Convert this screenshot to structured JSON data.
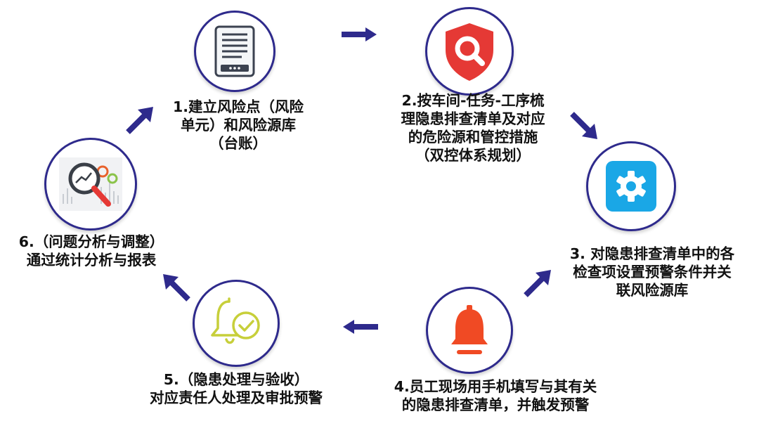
{
  "steps": [
    {
      "id": 1,
      "icon": "document-reader-icon",
      "lines": [
        "1.建立风险点（风险",
        "单元）和风险源库",
        "（台账）"
      ]
    },
    {
      "id": 2,
      "icon": "shield-search-icon",
      "lines": [
        "2.按车间-任务-工序梳",
        "理隐患排查清单及对应",
        "的危险源和管控措施",
        "（双控体系规划）"
      ]
    },
    {
      "id": 3,
      "icon": "gear-settings-icon",
      "lines": [
        "3. 对隐患排查清单中的各",
        "检查项设置预警条件并关",
        "联风险源库"
      ]
    },
    {
      "id": 4,
      "icon": "alarm-bell-icon",
      "lines": [
        "4.员工现场用手机填写与其有关",
        "的隐患排查清单，并触发预警"
      ]
    },
    {
      "id": 5,
      "icon": "bell-check-icon",
      "lines": [
        "5.（隐患处理与验收）",
        "对应责任人处理及审批预警"
      ]
    },
    {
      "id": 6,
      "icon": "magnifier-analysis-icon",
      "lines": [
        "6.（问题分析与调整）",
        "通过统计分析与报表"
      ]
    }
  ],
  "colors": {
    "ring": "#2e2a8c",
    "arrow": "#2e2a8c",
    "shield": "#e53935",
    "gear_bg": "#1aa7e6",
    "bell": "#f04a24",
    "bell_check": "#c7cf3a"
  }
}
